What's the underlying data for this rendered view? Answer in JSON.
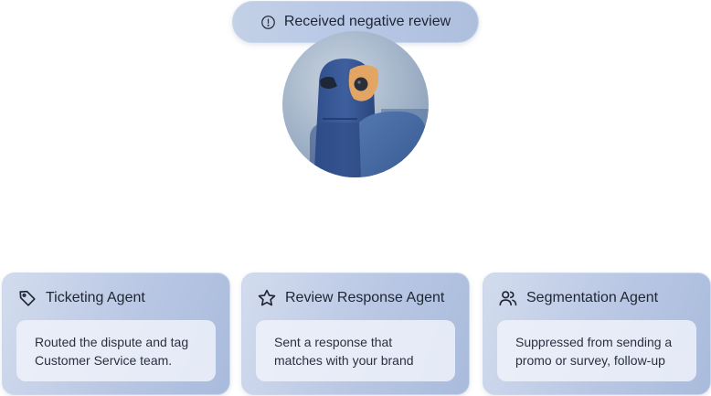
{
  "event": {
    "icon": "alert-circle-icon",
    "label": "Received negative review"
  },
  "avatar": {
    "icon": "bird-mascot-avatar"
  },
  "agents": [
    {
      "icon": "tag-icon",
      "title": "Ticketing Agent",
      "description_lines": [
        "Routed the dispute and tag",
        "Customer Service team."
      ]
    },
    {
      "icon": "star-icon",
      "title": "Review Response Agent",
      "description_lines": [
        "Sent a response that",
        "matches with your brand"
      ]
    },
    {
      "icon": "users-icon",
      "title": "Segmentation Agent",
      "description_lines": [
        "Suppressed from sending a",
        "promo or survey, follow-up"
      ]
    }
  ],
  "colors": {
    "text": "#1f2533",
    "card_gradient_start": "#d3dcee",
    "card_gradient_end": "#a9bbdc",
    "body_panel": "#eef2fa"
  }
}
